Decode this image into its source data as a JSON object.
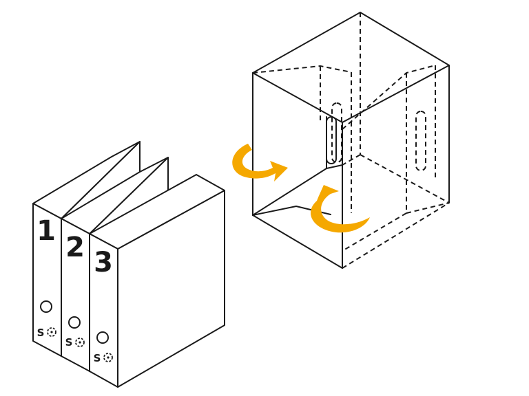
{
  "diagram": {
    "binders": [
      {
        "number": "1",
        "logo": "S"
      },
      {
        "number": "2",
        "logo": "S"
      },
      {
        "number": "3",
        "logo": "S"
      }
    ],
    "arrow_color": "#F5A800",
    "line_color": "#1a1a1a",
    "icons": [
      "binder-icon",
      "box-icon",
      "curved-arrow-icon"
    ]
  }
}
